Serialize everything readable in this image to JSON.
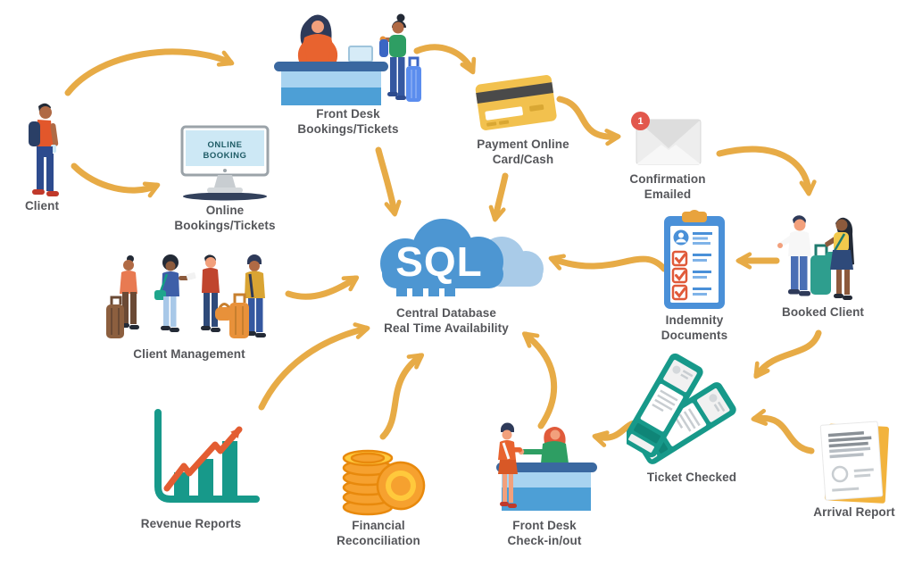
{
  "nodes": {
    "client": {
      "label": "Client"
    },
    "front_desk_bookings": {
      "label": "Front Desk\nBookings/Tickets"
    },
    "online_bookings": {
      "label": "Online\nBookings/Tickets",
      "screen_text": "ONLINE\nBOOKING"
    },
    "payment": {
      "label": "Payment Online\nCard/Cash"
    },
    "confirmation": {
      "label": "Confirmation\nEmailed",
      "badge": "1"
    },
    "booked_client": {
      "label": "Booked Client"
    },
    "indemnity": {
      "label": "Indemnity\nDocuments"
    },
    "central_db": {
      "label": "Central Database\nReal Time Availability",
      "cloud_text": "SQL"
    },
    "client_management": {
      "label": "Client Management"
    },
    "revenue_reports": {
      "label": "Revenue Reports"
    },
    "financial": {
      "label": "Financial\nReconciliation"
    },
    "front_desk_checkin": {
      "label": "Front Desk\nCheck-in/out"
    },
    "ticket_checked": {
      "label": "Ticket Checked"
    },
    "arrival_report": {
      "label": "Arrival Report"
    }
  },
  "flows": [
    {
      "from": "Client",
      "to": "Front Desk Bookings/Tickets"
    },
    {
      "from": "Client",
      "to": "Online Bookings/Tickets"
    },
    {
      "from": "Front Desk Bookings/Tickets",
      "to": "Payment Online Card/Cash"
    },
    {
      "from": "Front Desk Bookings/Tickets",
      "to": "Central Database"
    },
    {
      "from": "Payment Online Card/Cash",
      "to": "Confirmation Emailed"
    },
    {
      "from": "Payment Online Card/Cash",
      "to": "Central Database"
    },
    {
      "from": "Confirmation Emailed",
      "to": "Booked Client"
    },
    {
      "from": "Booked Client",
      "to": "Indemnity Documents"
    },
    {
      "from": "Indemnity Documents",
      "to": "Central Database"
    },
    {
      "from": "Client Management",
      "to": "Central Database"
    },
    {
      "from": "Revenue Reports",
      "to": "Central Database"
    },
    {
      "from": "Financial Reconciliation",
      "to": "Central Database"
    },
    {
      "from": "Front Desk Check-in/out",
      "to": "Central Database"
    },
    {
      "from": "Booked Client",
      "to": "Ticket Checked"
    },
    {
      "from": "Arrival Report",
      "to": "Ticket Checked"
    },
    {
      "from": "Ticket Checked",
      "to": "Front Desk Check-in/out"
    }
  ],
  "colors": {
    "arrow_gold": "#E7AB46",
    "label_text": "#55565A",
    "cloud_blue": "#4D96D2",
    "cloud_light": "#A9CBE8",
    "teal": "#17998A",
    "trend_orange": "#E35D32",
    "coin_gold": "#F6A12F",
    "card_yellow": "#F2C14E",
    "badge_red": "#E2574C",
    "desk_blue": "#4D9FD6"
  }
}
